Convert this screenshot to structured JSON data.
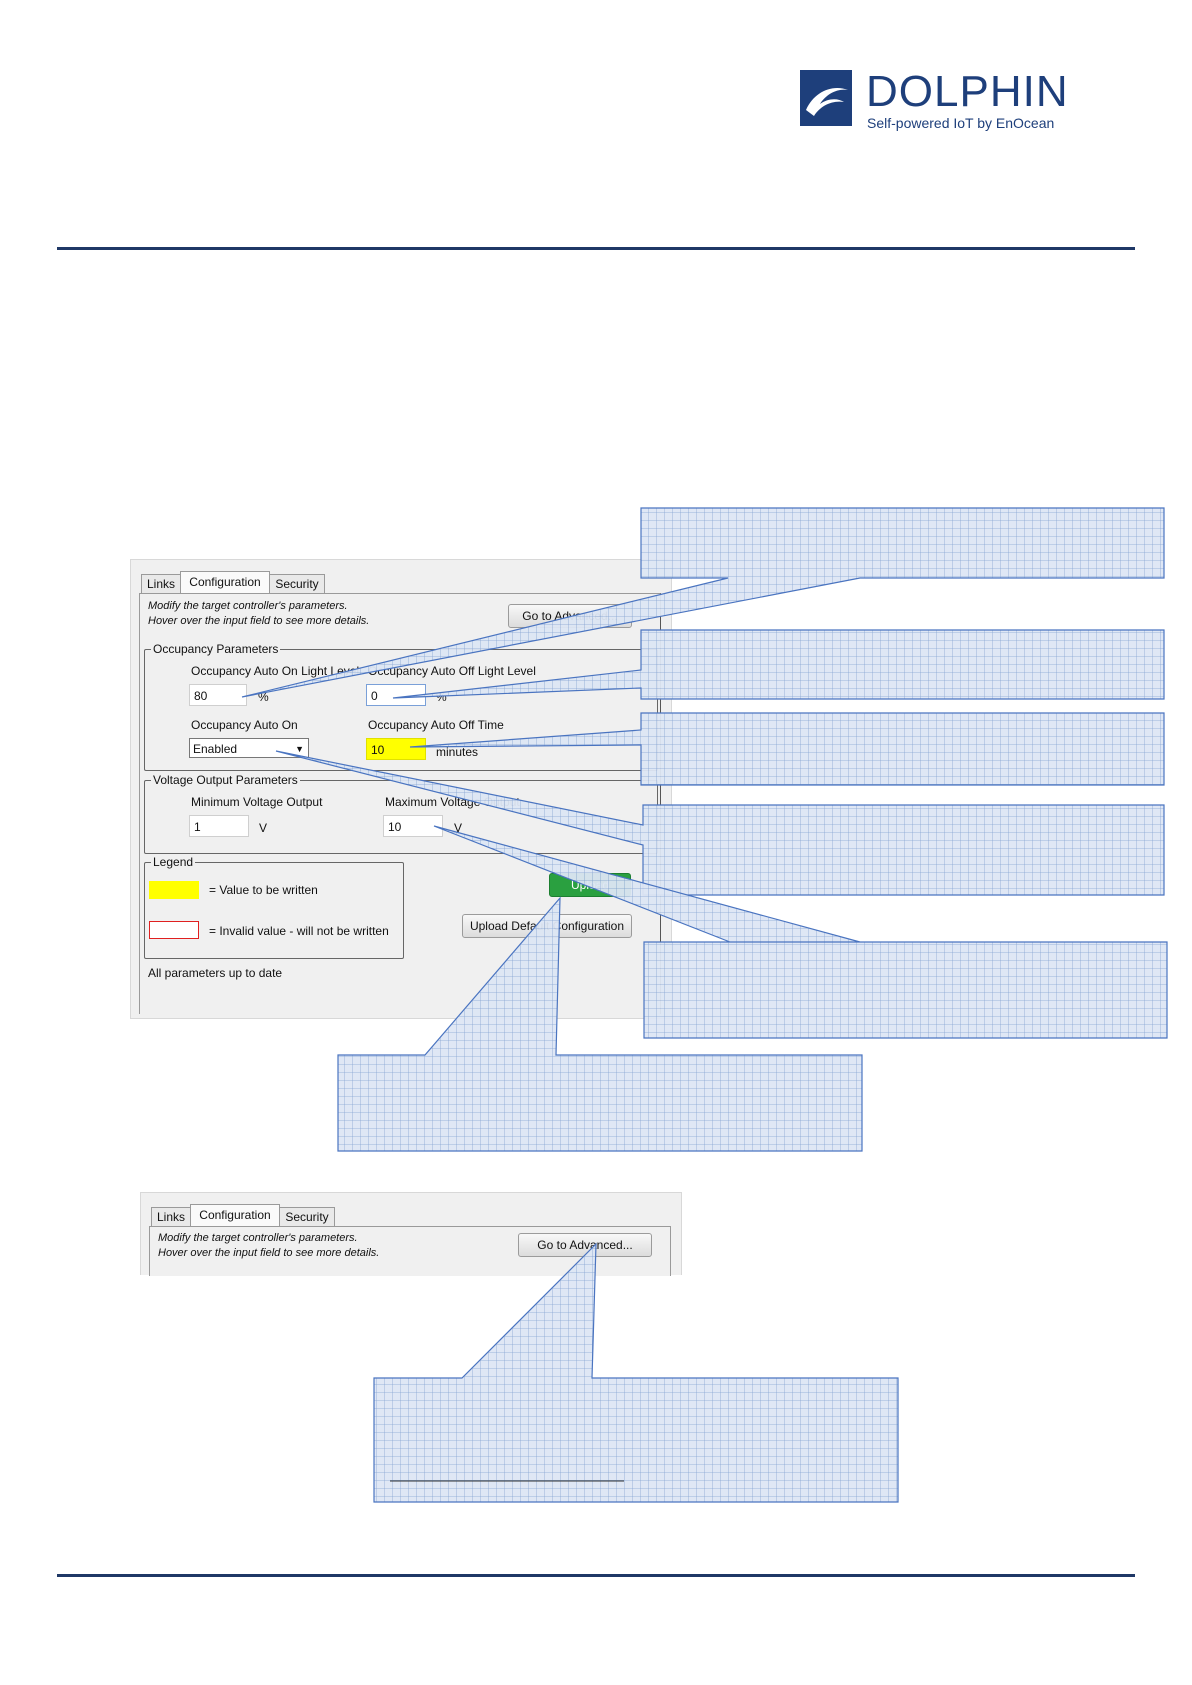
{
  "header": {
    "logo_name": "DOLPHIN",
    "logo_tagline": "Self-powered IoT by EnOcean",
    "logo_icon": "dolphin-icon",
    "brand_color": "#1e3f7b"
  },
  "panel1": {
    "tabs": [
      "Links",
      "Configuration",
      "Security"
    ],
    "hint_line1": "Modify the target controller's parameters.",
    "hint_line2": "Hover over the input field to see more details.",
    "advanced_button": "Go to Advanced...",
    "occupancy": {
      "title": "Occupancy Parameters",
      "auto_on_light_label": "Occupancy Auto On Light Level",
      "auto_on_light_value": "80",
      "auto_on_light_unit": "%",
      "auto_off_light_label": "Occupancy Auto Off Light Level",
      "auto_off_light_value": "0",
      "auto_off_light_unit": "%",
      "auto_on_label": "Occupancy Auto On",
      "auto_on_value": "Enabled",
      "auto_off_time_label": "Occupancy Auto Off Time",
      "auto_off_time_value": "10",
      "auto_off_time_unit": "minutes"
    },
    "voltage": {
      "title": "Voltage Output Parameters",
      "min_label": "Minimum Voltage Output",
      "min_value": "1",
      "min_unit": "V",
      "max_label": "Maximum Voltage Output",
      "max_value": "10",
      "max_unit": "V"
    },
    "legend": {
      "title": "Legend",
      "write_text": "= Value to be written",
      "invalid_text": "= Invalid value - will not be written",
      "write_color": "#ffff00",
      "invalid_color": "#e02020"
    },
    "upload_button": "Upload",
    "upload_default_button": "Upload Default Configuration",
    "status": "All parameters up to date"
  },
  "panel2": {
    "tabs": [
      "Links",
      "Configuration",
      "Security"
    ],
    "hint_line1": "Modify the target controller's parameters.",
    "hint_line2": "Hover over the input field to see more details.",
    "advanced_button": "Go to Advanced..."
  }
}
